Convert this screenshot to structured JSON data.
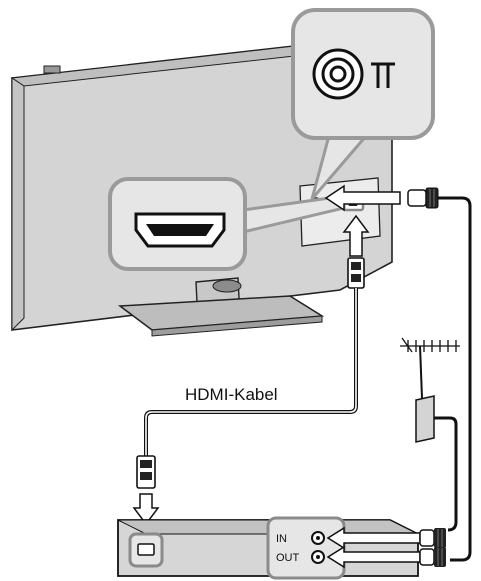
{
  "labels": {
    "hdmi_cable": "HDMI-Kabel",
    "port_in": "IN",
    "port_out": "OUT"
  },
  "icons": {
    "antenna_port_symbol": "antenna-socket-icon",
    "hdmi_port_symbol": "hdmi-port-icon",
    "roof_antenna": "roof-antenna-icon"
  },
  "colors": {
    "callout_fill": "#e6e6e6",
    "callout_border": "#9a9a9a",
    "tv_body": "#d2d2d2",
    "tv_shadow": "#b8b8b8",
    "cable": "#111111",
    "arrow_fill": "#ffffff",
    "highlight": "#8a8a8a"
  }
}
